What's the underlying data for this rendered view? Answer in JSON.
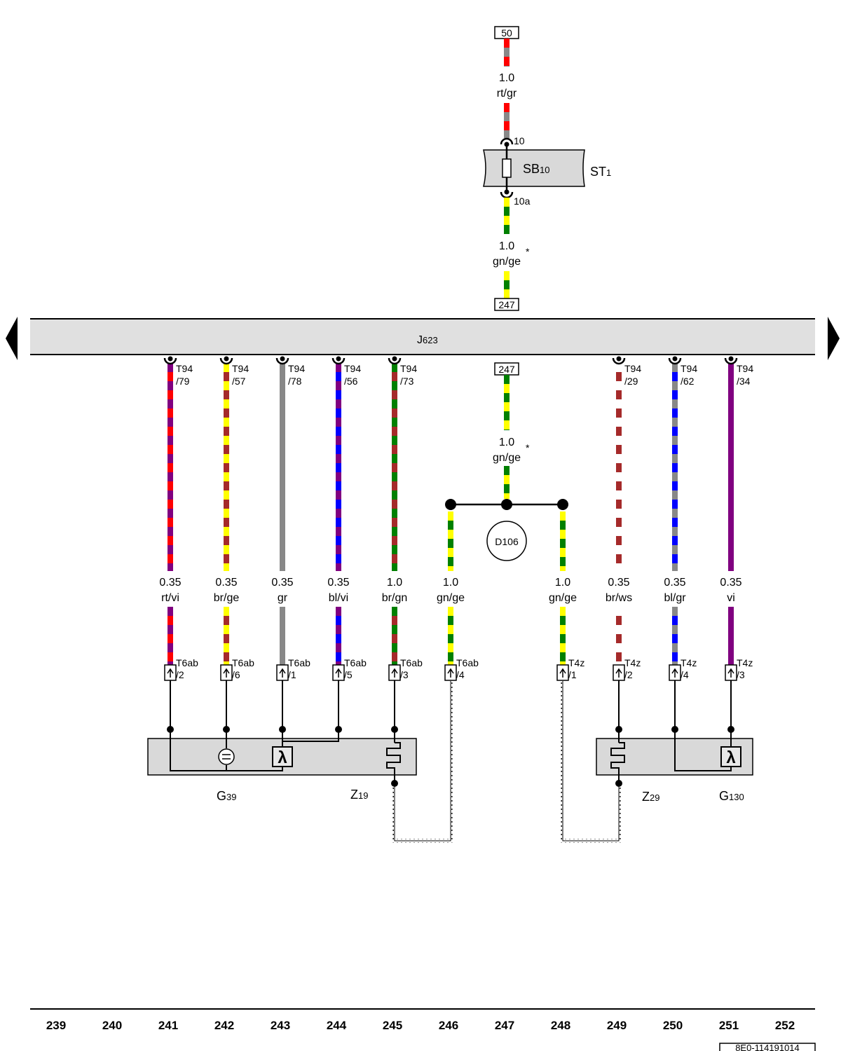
{
  "top_ref": "50",
  "top_wire": {
    "gauge": "1.0",
    "color": "rt/gr",
    "colors": [
      "#ff0000",
      "#888888"
    ]
  },
  "fuse": {
    "in_pin": "10",
    "out_pin": "10a",
    "name": "SB",
    "name_sub": "10",
    "holder": "ST",
    "holder_sub": "1"
  },
  "mid_wire": {
    "gauge": "1.0",
    "color": "gn/ge",
    "star": "*",
    "colors": [
      "#ffff00",
      "#008000"
    ]
  },
  "ref_247": "247",
  "ecu": {
    "name": "J",
    "name_sub": "623"
  },
  "branch_wire": {
    "gauge": "1.0",
    "color": "gn/ge",
    "star": "*",
    "colors": [
      "#008000",
      "#ffff00"
    ]
  },
  "splice": {
    "label": "D106"
  },
  "wires": [
    {
      "ecu_conn": "T94",
      "ecu_pin": "/79",
      "gauge": "0.35",
      "color": "rt/vi",
      "plug": "T6ab",
      "plug_pin": "/2",
      "colors": [
        "#800080",
        "#ff0000"
      ]
    },
    {
      "ecu_conn": "T94",
      "ecu_pin": "/57",
      "gauge": "0.35",
      "color": "br/ge",
      "plug": "T6ab",
      "plug_pin": "/6",
      "colors": [
        "#ffff00",
        "#a52a2a"
      ]
    },
    {
      "ecu_conn": "T94",
      "ecu_pin": "/78",
      "gauge": "0.35",
      "color": "gr",
      "plug": "T6ab",
      "plug_pin": "/1",
      "colors": [
        "#888888",
        "#888888"
      ]
    },
    {
      "ecu_conn": "T94",
      "ecu_pin": "/56",
      "gauge": "0.35",
      "color": "bl/vi",
      "plug": "T6ab",
      "plug_pin": "/5",
      "colors": [
        "#800080",
        "#0000ff"
      ]
    },
    {
      "ecu_conn": "T94",
      "ecu_pin": "/73",
      "gauge": "1.0",
      "color": "br/gn",
      "plug": "T6ab",
      "plug_pin": "/3",
      "colors": [
        "#008000",
        "#a52a2a"
      ]
    },
    {
      "ecu_conn": "",
      "ecu_pin": "",
      "gauge": "1.0",
      "color": "gn/ge",
      "plug": "T6ab",
      "plug_pin": "/4",
      "colors": [
        "#ffff00",
        "#008000"
      ]
    },
    {
      "ecu_conn": "",
      "ecu_pin": "",
      "gauge": "1.0",
      "color": "gn/ge",
      "plug": "T4z",
      "plug_pin": "/1",
      "colors": [
        "#ffff00",
        "#008000"
      ]
    },
    {
      "ecu_conn": "T94",
      "ecu_pin": "/29",
      "gauge": "0.35",
      "color": "br/ws",
      "plug": "T4z",
      "plug_pin": "/2",
      "colors": [
        "#ffffff",
        "#a52a2a"
      ]
    },
    {
      "ecu_conn": "T94",
      "ecu_pin": "/62",
      "gauge": "0.35",
      "color": "bl/gr",
      "plug": "T4z",
      "plug_pin": "/4",
      "colors": [
        "#888888",
        "#0000ff"
      ]
    },
    {
      "ecu_conn": "T94",
      "ecu_pin": "/34",
      "gauge": "0.35",
      "color": "vi",
      "plug": "T4z",
      "plug_pin": "/3",
      "colors": [
        "#800080",
        "#800080"
      ]
    }
  ],
  "components": {
    "g39": {
      "name": "G",
      "sub": "39"
    },
    "z19": {
      "name": "Z",
      "sub": "19"
    },
    "z29": {
      "name": "Z",
      "sub": "29"
    },
    "g130": {
      "name": "G",
      "sub": "130"
    },
    "lambda_symbol": "λ"
  },
  "grid_numbers": [
    "239",
    "240",
    "241",
    "242",
    "243",
    "244",
    "245",
    "246",
    "247",
    "248",
    "249",
    "250",
    "251",
    "252"
  ],
  "doc_number": "8E0-114191014"
}
